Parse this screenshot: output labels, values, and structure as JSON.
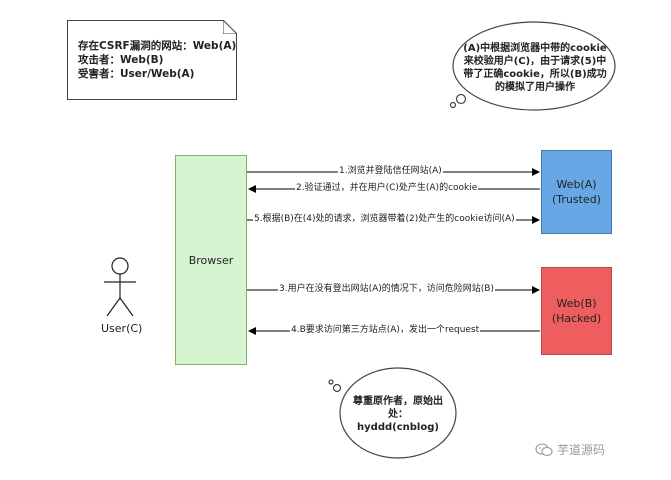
{
  "note": {
    "lines": [
      "存在CSRF漏洞的网站：Web(A)",
      "攻击者：Web(B)",
      "受害者：User/Web(A)"
    ]
  },
  "bubble_top": {
    "lines": [
      "(A)中根据浏览器中带的cookie",
      "来校验用户(C)，由于请求(5)中",
      "带了正确cookie，所以(B)成功",
      "的模拟了用户操作"
    ]
  },
  "bubble_bottom": {
    "lines": [
      "尊重原作者，原始出",
      "处：",
      "hyddd(cnblog)"
    ]
  },
  "actor": {
    "label": "User(C)"
  },
  "boxes": {
    "browser": "Browser",
    "web_a": [
      "Web(A)",
      "(Trusted)"
    ],
    "web_b": [
      "Web(B)",
      "(Hacked)"
    ]
  },
  "arrows": {
    "a1": "1.浏览并登陆信任网站(A)",
    "a2": "2.验证通过，并在用户(C)处产生(A)的cookie",
    "a5": "5.根据(B)在(4)处的请求，浏览器带着(2)处产生的cookie访问(A)",
    "a3": "3.用户在没有登出网站(A)的情况下，访问危险网站(B)",
    "a4": "4.B要求访问第三方站点(A)，发出一个request"
  },
  "watermark": {
    "text": "芋道源码"
  }
}
